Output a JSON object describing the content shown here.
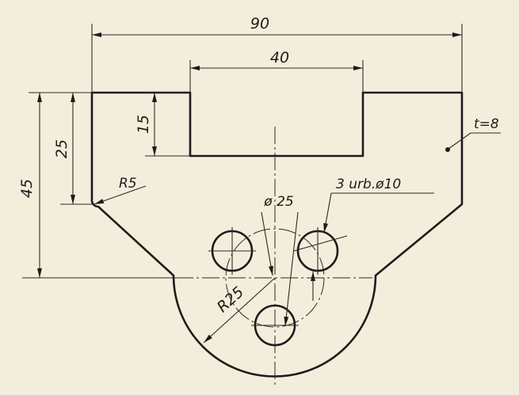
{
  "drawing": {
    "background": "#f3eedb",
    "line_color": "#1c1c1c",
    "dimensions": {
      "overall_width": "90",
      "slot_width": "40",
      "slot_depth": "15",
      "side_height": "25",
      "total_height": "45",
      "corner_radius": "R5",
      "large_radius": "R25",
      "bolt_circle": "ø 25",
      "holes": "3 urb.ø10",
      "thickness": "t=8"
    }
  }
}
